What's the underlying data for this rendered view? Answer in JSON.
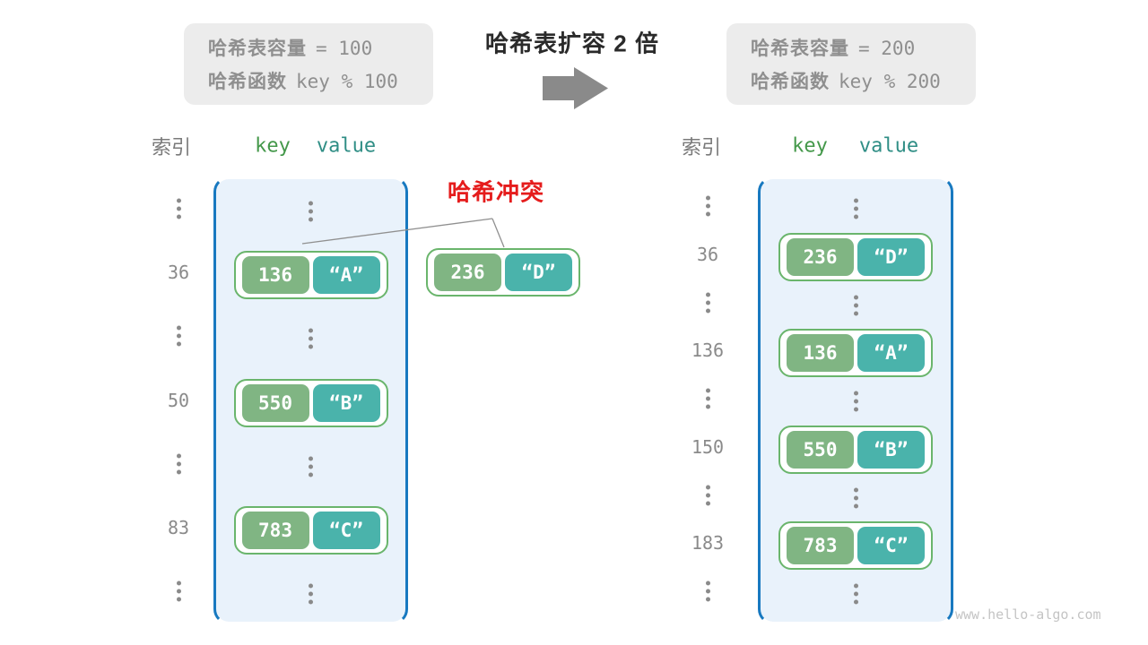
{
  "top": {
    "before": {
      "lines": [
        {
          "label": "哈希表容量",
          "code": "= 100"
        },
        {
          "label": "哈希函数",
          "code": "key % 100"
        }
      ]
    },
    "title": "哈希表扩容 2 倍",
    "after": {
      "lines": [
        {
          "label": "哈希表容量",
          "code": "= 200"
        },
        {
          "label": "哈希函数",
          "code": "key % 200"
        }
      ]
    }
  },
  "collision": {
    "label": "哈希冲突",
    "pair": {
      "key": "236",
      "value": "“D”"
    }
  },
  "tables": {
    "left": {
      "headers": {
        "index": "索引",
        "key": "key",
        "value": "value"
      },
      "rows": [
        {
          "type": "dots"
        },
        {
          "type": "entry",
          "index": "36",
          "key": "136",
          "value": "“A”"
        },
        {
          "type": "dots"
        },
        {
          "type": "entry",
          "index": "50",
          "key": "550",
          "value": "“B”"
        },
        {
          "type": "dots"
        },
        {
          "type": "entry",
          "index": "83",
          "key": "783",
          "value": "“C”"
        },
        {
          "type": "dots"
        }
      ]
    },
    "right": {
      "headers": {
        "index": "索引",
        "key": "key",
        "value": "value"
      },
      "rows": [
        {
          "type": "dots"
        },
        {
          "type": "entry",
          "index": "36",
          "key": "236",
          "value": "“D”"
        },
        {
          "type": "dots"
        },
        {
          "type": "entry",
          "index": "136",
          "key": "136",
          "value": "“A”"
        },
        {
          "type": "dots"
        },
        {
          "type": "entry",
          "index": "150",
          "key": "550",
          "value": "“B”"
        },
        {
          "type": "dots"
        },
        {
          "type": "entry",
          "index": "183",
          "key": "783",
          "value": "“C”"
        },
        {
          "type": "dots"
        }
      ]
    }
  },
  "colors": {
    "key_green": "#80b583",
    "value_teal": "#4ab3ab",
    "pair_border": "#6ab56c",
    "table_border_blue": "#1879c0",
    "table_bg": "#e9f2fb",
    "collision_red": "#e51c1c",
    "info_bg": "#ececec",
    "gray_text": "#8a8a8a"
  },
  "watermark": "www.hello-algo.com"
}
